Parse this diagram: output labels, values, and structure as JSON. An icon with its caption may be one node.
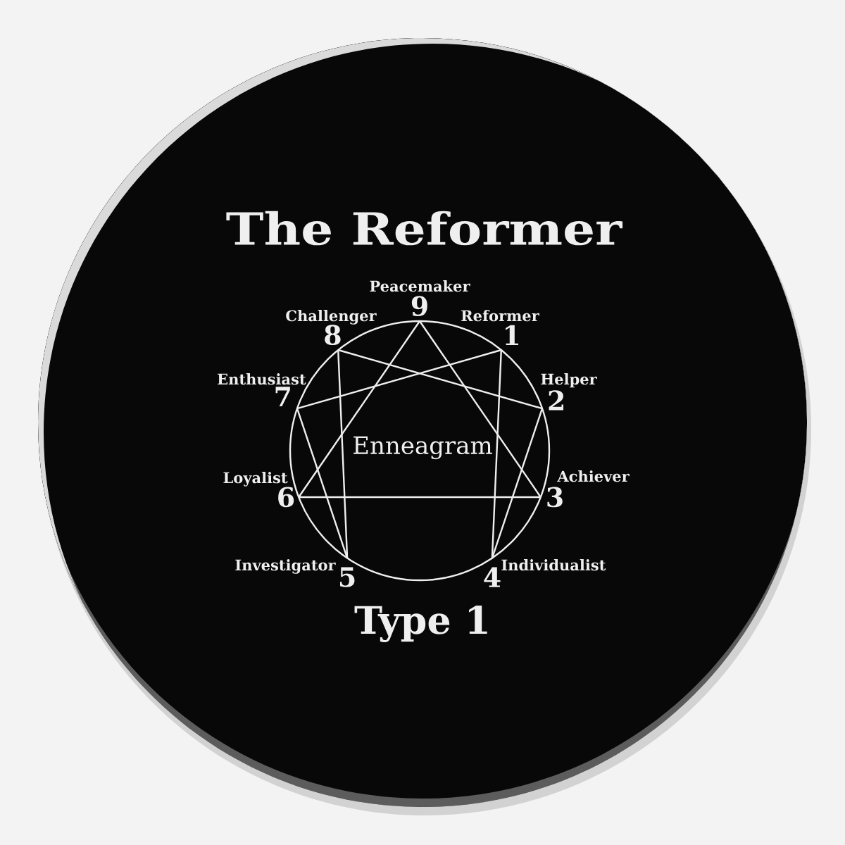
{
  "diagram": {
    "title": "The Reformer",
    "caption": "Type 1",
    "nodes": [
      {
        "text": [
          "9"
        ],
        "beside": [
          "Peacemaker"
        ]
      },
      {
        "text": [
          "8"
        ],
        "beside": [
          "Challenger"
        ]
      },
      {
        "text": [
          "1"
        ],
        "beside": [
          "Reformer"
        ]
      },
      {
        "text": [
          "7"
        ],
        "beside": [
          "Enthusiast"
        ]
      },
      {
        "text": [
          "2"
        ],
        "beside": [
          "Helper"
        ]
      },
      {
        "text": [
          "6"
        ],
        "beside": [
          "Loyalist"
        ]
      },
      {
        "text": [
          "3"
        ],
        "beside": [
          "Achiever"
        ]
      },
      {
        "text": [
          "5"
        ],
        "beside": [
          "Investigator"
        ]
      },
      {
        "text": [
          "4"
        ],
        "beside": [
          "Individualist"
        ]
      }
    ],
    "edges": [
      {
        "from": 0,
        "to": 6,
        "arrow": "none"
      },
      {
        "from": 6,
        "to": 5,
        "arrow": "none"
      },
      {
        "from": 5,
        "to": 0,
        "arrow": "none"
      },
      {
        "from": 2,
        "to": 8,
        "arrow": "none"
      },
      {
        "from": 8,
        "to": 4,
        "arrow": "none"
      },
      {
        "from": 4,
        "to": 1,
        "arrow": "none"
      },
      {
        "from": 1,
        "to": 7,
        "arrow": "none"
      },
      {
        "from": 7,
        "to": 3,
        "arrow": "none"
      },
      {
        "from": 3,
        "to": 2,
        "arrow": "none"
      }
    ],
    "labels": [
      "Enneagram"
    ]
  }
}
